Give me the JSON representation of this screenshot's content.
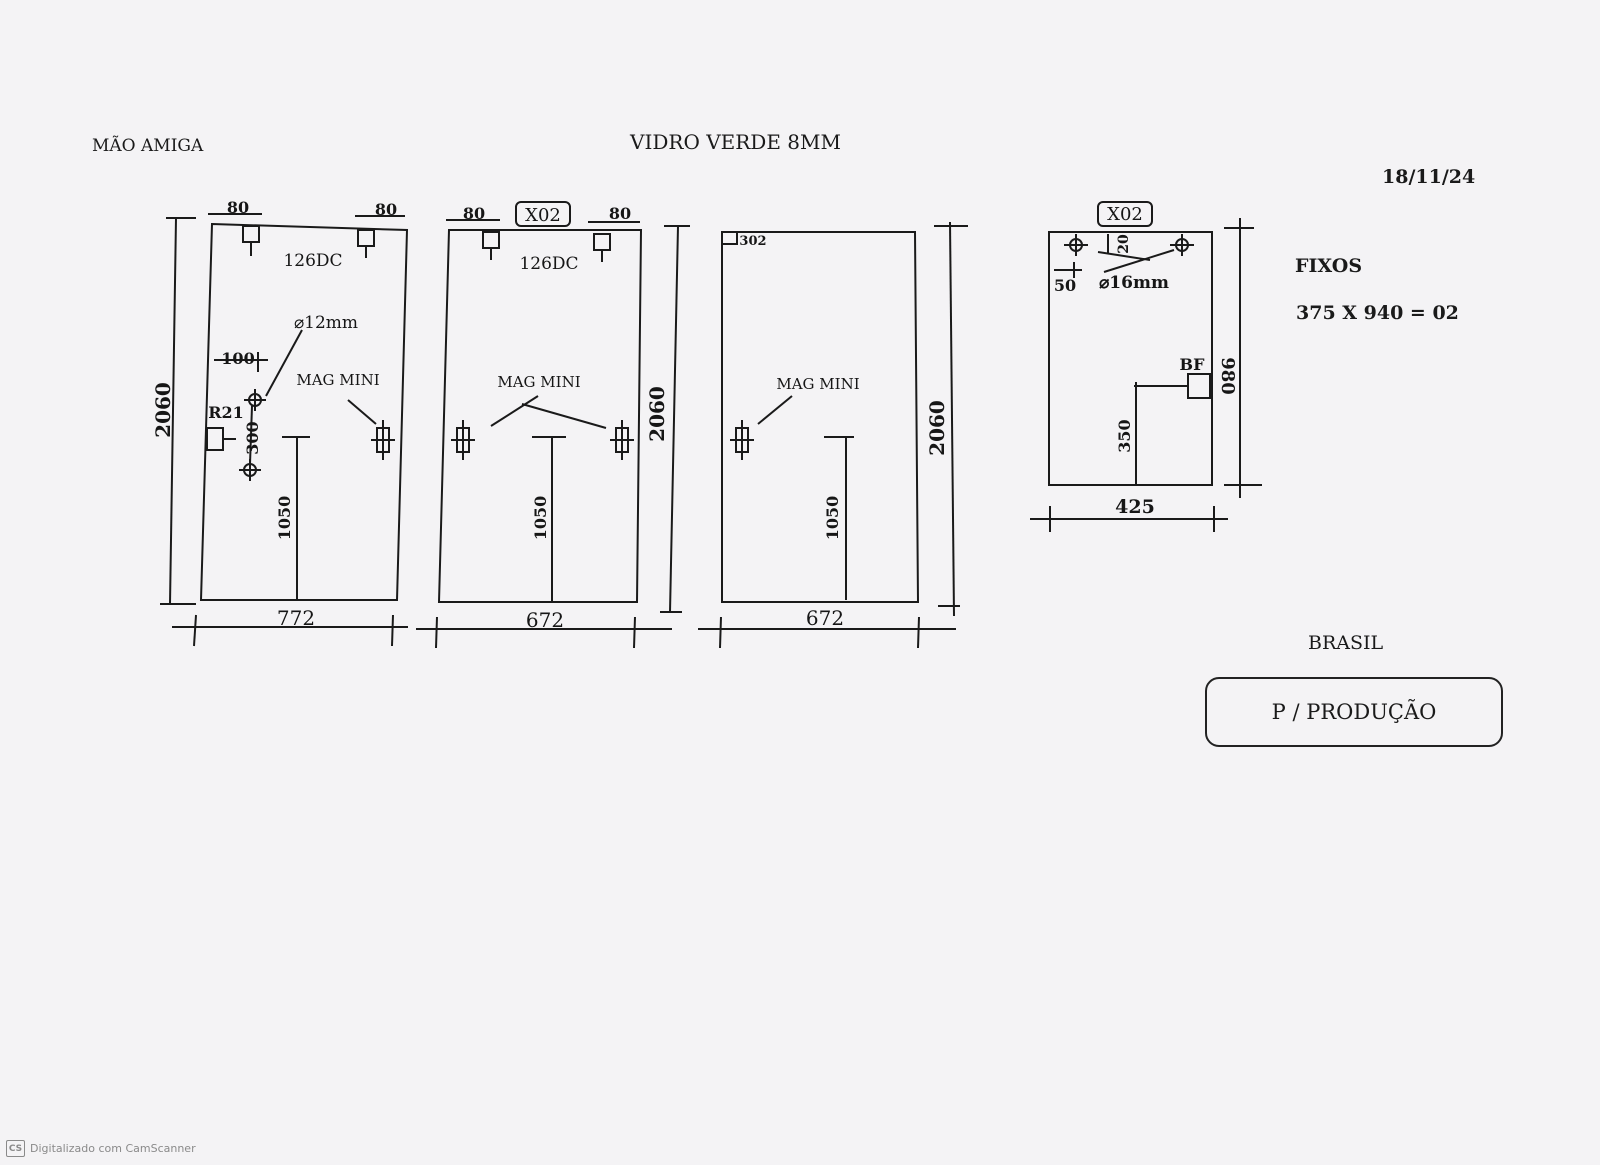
{
  "header": {
    "client": "MÃO AMIGA",
    "material": "VIDRO VERDE 8MM",
    "date": "18/11/24"
  },
  "panels": [
    {
      "height": "2060",
      "width": "772",
      "top_left_offset": "80",
      "top_right_offset": "80",
      "hinge_label": "126DC",
      "hole_label": "⌀12mm",
      "edge_offset": "100",
      "cutout_label": "R21",
      "hole_spacing": "300",
      "handle_label": "MAG MINI",
      "handle_height": "1050"
    },
    {
      "height": "2060",
      "width": "672",
      "quantity": "X02",
      "top_left_offset": "80",
      "top_right_offset": "80",
      "hinge_label": "126DC",
      "handle_label": "MAG MINI",
      "handle_height": "1050"
    },
    {
      "height": "2060",
      "width": "672",
      "corner_label": "302",
      "handle_label": "MAG MINI",
      "handle_height": "1050"
    },
    {
      "quantity": "X02",
      "top_offset": "20",
      "side_offset": "50",
      "hole_label": "⌀16mm",
      "fitting_label": "BF",
      "height": "980",
      "fitting_height": "350",
      "width": "425"
    }
  ],
  "notes": {
    "fixed_title": "FIXOS",
    "fixed_spec": "375 X 940 = 02",
    "country": "BRASIL",
    "status": "P / PRODUÇÃO"
  },
  "footer": {
    "scanner_logo": "CS",
    "scanner_text": "Digitalizado com CamScanner"
  }
}
